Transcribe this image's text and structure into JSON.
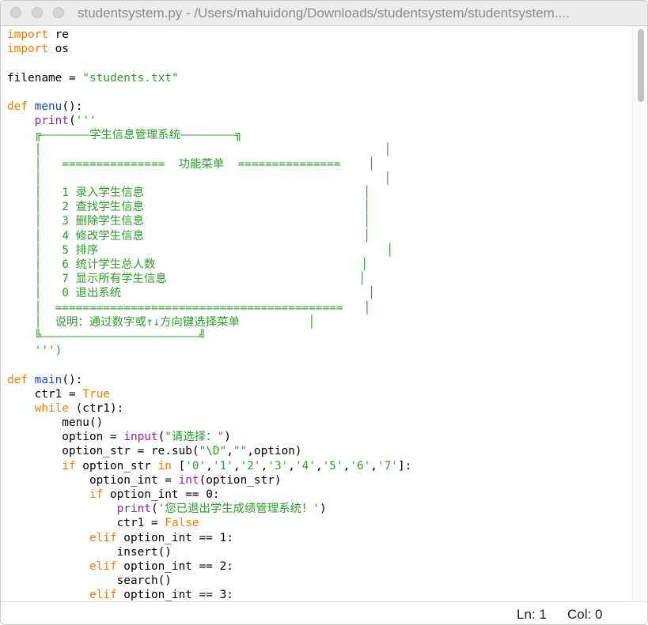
{
  "window": {
    "title": "studentsystem.py - /Users/mahuidong/Downloads/studentsystem/studentsystem...."
  },
  "status": {
    "ln": "Ln: 1",
    "col": "Col: 0"
  },
  "colors": {
    "keyword": "#f57c00",
    "builtin": "#8e24aa",
    "function_name": "#1a47c8",
    "string": "#2aa02a",
    "default_text": "#000000"
  },
  "editor": {
    "lines": [
      [
        [
          "kw",
          "import"
        ],
        [
          "t",
          " re"
        ]
      ],
      [
        [
          "kw",
          "import"
        ],
        [
          "t",
          " os"
        ]
      ],
      [],
      [
        [
          "t",
          "filename = "
        ],
        [
          "st",
          "\"students.txt\""
        ]
      ],
      [],
      [
        [
          "kw",
          "def"
        ],
        [
          "t",
          " "
        ],
        [
          "fn",
          "menu"
        ],
        [
          "t",
          "():"
        ]
      ],
      [
        [
          "t",
          "    "
        ],
        [
          "bi",
          "print"
        ],
        [
          "t",
          "("
        ],
        [
          "st",
          "'''"
        ]
      ],
      [
        [
          "st",
          "    ╔———————学生信息管理系统————————╗"
        ]
      ],
      [
        [
          "st",
          "    │                                                  │"
        ]
      ],
      [
        [
          "st",
          "    │   ===============  功能菜单  ===============    │"
        ]
      ],
      [
        [
          "st",
          "    │                                                  │"
        ]
      ],
      [
        [
          "st",
          "    │   1 录入学生信息                                │"
        ]
      ],
      [
        [
          "st",
          "    │   2 查找学生信息                                │"
        ]
      ],
      [
        [
          "st",
          "    │   3 删除学生信息                                │"
        ]
      ],
      [
        [
          "st",
          "    │   4 修改学生信息                                │"
        ]
      ],
      [
        [
          "st",
          "    │   5 排序                                          │"
        ]
      ],
      [
        [
          "st",
          "    │   6 统计学生总人数                              │"
        ]
      ],
      [
        [
          "st",
          "    │   7 显示所有学生信息                            │"
        ]
      ],
      [
        [
          "st",
          "    │   0 退出系统                                    │"
        ]
      ],
      [
        [
          "st",
          "    │  ==========================================   │"
        ]
      ],
      [
        [
          "st",
          "    │  说明：通过数字或↑↓方向键选择菜单          │"
        ]
      ],
      [
        [
          "st",
          "    ╚———————————————————————╝"
        ]
      ],
      [
        [
          "st",
          "    ''')"
        ]
      ],
      [],
      [
        [
          "kw",
          "def"
        ],
        [
          "t",
          " "
        ],
        [
          "fn",
          "main"
        ],
        [
          "t",
          "():"
        ]
      ],
      [
        [
          "t",
          "    ctr1 = "
        ],
        [
          "kw",
          "True"
        ]
      ],
      [
        [
          "t",
          "    "
        ],
        [
          "kw",
          "while"
        ],
        [
          "t",
          " (ctr1):"
        ]
      ],
      [
        [
          "t",
          "        menu()"
        ]
      ],
      [
        [
          "t",
          "        option = "
        ],
        [
          "bi",
          "input"
        ],
        [
          "t",
          "("
        ],
        [
          "st",
          "\"请选择：\""
        ],
        [
          "t",
          ")"
        ]
      ],
      [
        [
          "t",
          "        option_str = re.sub("
        ],
        [
          "st",
          "\"\\D\""
        ],
        [
          "t",
          ","
        ],
        [
          "st",
          "\"\""
        ],
        [
          "t",
          ",option)"
        ]
      ],
      [
        [
          "t",
          "        "
        ],
        [
          "kw",
          "if"
        ],
        [
          "t",
          " option_str "
        ],
        [
          "kw",
          "in"
        ],
        [
          "t",
          " ["
        ],
        [
          "st",
          "'0'"
        ],
        [
          "t",
          ","
        ],
        [
          "st",
          "'1'"
        ],
        [
          "t",
          ","
        ],
        [
          "st",
          "'2'"
        ],
        [
          "t",
          ","
        ],
        [
          "st",
          "'3'"
        ],
        [
          "t",
          ","
        ],
        [
          "st",
          "'4'"
        ],
        [
          "t",
          ","
        ],
        [
          "st",
          "'5'"
        ],
        [
          "t",
          ","
        ],
        [
          "st",
          "'6'"
        ],
        [
          "t",
          ","
        ],
        [
          "st",
          "'7'"
        ],
        [
          "t",
          "]:"
        ]
      ],
      [
        [
          "t",
          "            option_int = "
        ],
        [
          "bi",
          "int"
        ],
        [
          "t",
          "(option_str)"
        ]
      ],
      [
        [
          "t",
          "            "
        ],
        [
          "kw",
          "if"
        ],
        [
          "t",
          " option_int == 0:"
        ]
      ],
      [
        [
          "t",
          "                "
        ],
        [
          "bi",
          "print"
        ],
        [
          "t",
          "("
        ],
        [
          "st",
          "'您已退出学生成绩管理系统！'"
        ],
        [
          "t",
          ")"
        ]
      ],
      [
        [
          "t",
          "                ctr1 = "
        ],
        [
          "kw",
          "False"
        ]
      ],
      [
        [
          "t",
          "            "
        ],
        [
          "kw",
          "elif"
        ],
        [
          "t",
          " option_int == 1:"
        ]
      ],
      [
        [
          "t",
          "                insert()"
        ]
      ],
      [
        [
          "t",
          "            "
        ],
        [
          "kw",
          "elif"
        ],
        [
          "t",
          " option_int == 2:"
        ]
      ],
      [
        [
          "t",
          "                search()"
        ]
      ],
      [
        [
          "t",
          "            "
        ],
        [
          "kw",
          "elif"
        ],
        [
          "t",
          " option_int == 3:"
        ]
      ]
    ]
  }
}
